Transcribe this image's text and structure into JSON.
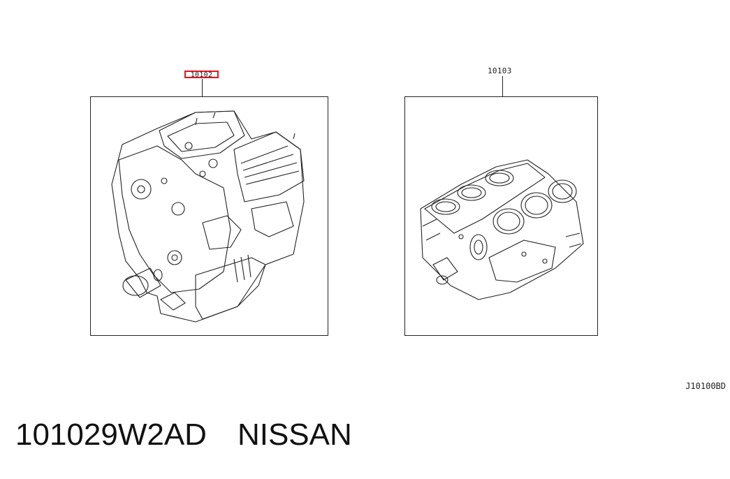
{
  "callouts": {
    "engine_assembly": "10102",
    "short_block": "10103"
  },
  "diagram_code": "J10100BD",
  "footer": {
    "part_number": "101029W2AD",
    "brand": "NISSAN"
  },
  "colors": {
    "highlight": "#e0141e",
    "line": "#222222"
  },
  "icons": [
    "engine-assembly-illustration",
    "cylinder-block-illustration"
  ]
}
